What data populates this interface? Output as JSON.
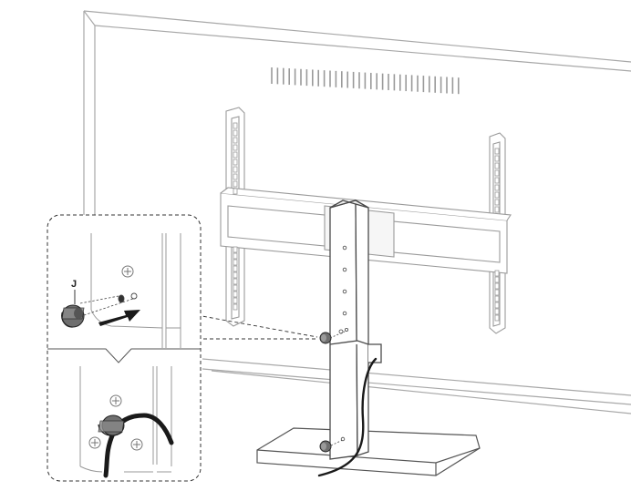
{
  "diagram": {
    "callout_letter": "J",
    "colors": {
      "line": "#9a9a9a",
      "dark_line": "#4a4a4a",
      "cable": "#1a1a1a",
      "clip": "#6f6f6f",
      "fill_light": "#f4f4f4",
      "background": "#ffffff"
    },
    "parts": [
      "tv-back-panel",
      "vent-grille",
      "vesa-bracket",
      "stand-column",
      "stand-base",
      "cable-clip",
      "power-cable",
      "detail-inset-insert-clip",
      "detail-inset-cable-routed"
    ]
  }
}
